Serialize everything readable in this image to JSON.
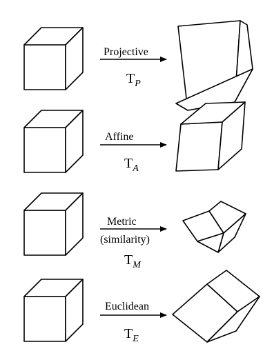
{
  "rows": [
    {
      "name": "Projective",
      "label_lines": [
        "Projective"
      ],
      "symbol": "T",
      "subscript": "P"
    },
    {
      "name": "Affine",
      "label_lines": [
        "Affine"
      ],
      "symbol": "T",
      "subscript": "A"
    },
    {
      "name": "Metric",
      "label_lines": [
        "Metric",
        "(similarity)"
      ],
      "symbol": "T",
      "subscript": "M"
    },
    {
      "name": "Euclidean",
      "label_lines": [
        "Euclidean"
      ],
      "symbol": "T",
      "subscript": "E"
    }
  ]
}
